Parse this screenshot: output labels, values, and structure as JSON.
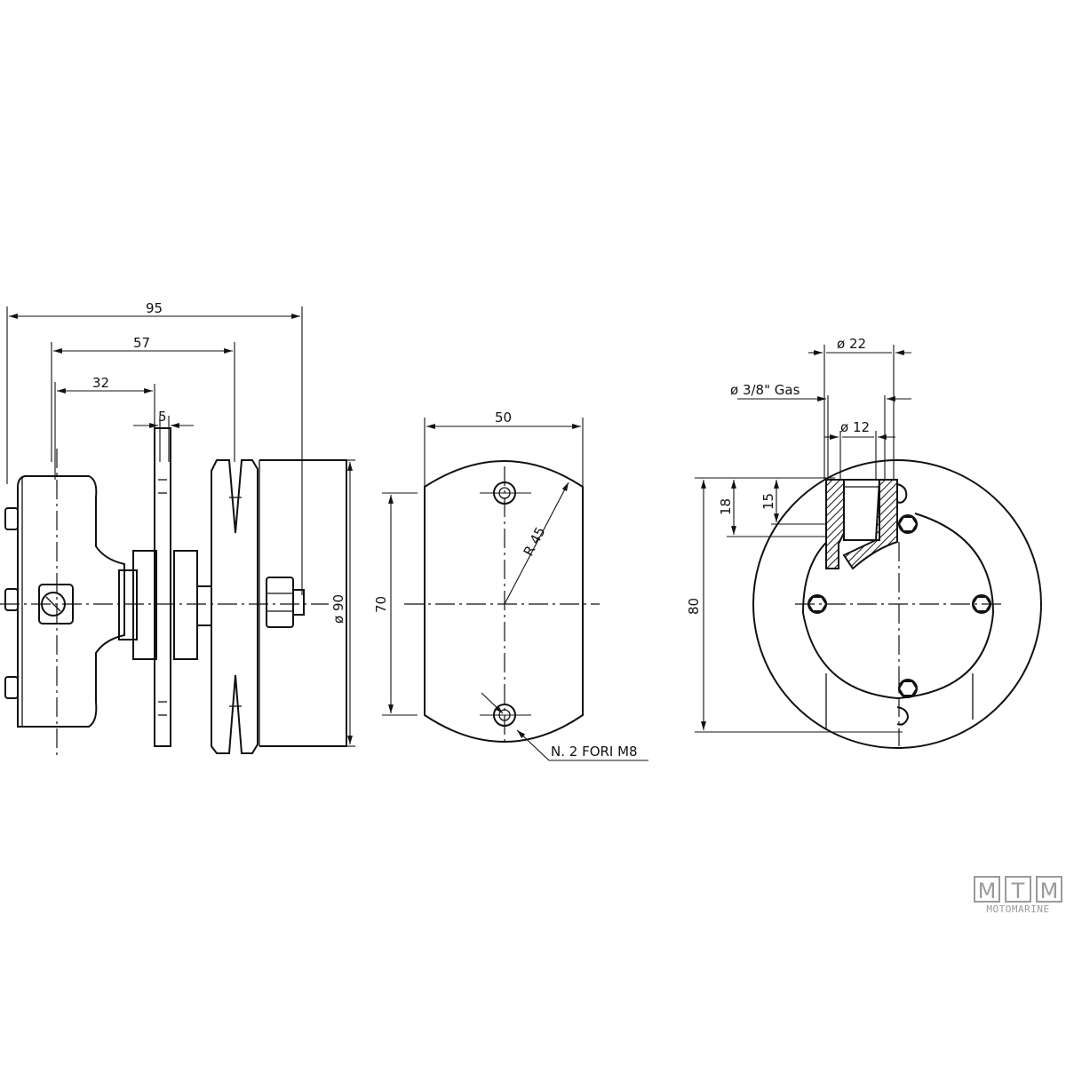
{
  "side_view": {
    "dim_overall": "95",
    "dim_pulley": "57",
    "dim_plate_offset": "32",
    "dim_plate_thickness": "5",
    "dim_diameter": "ø 90"
  },
  "flange_view": {
    "dim_width": "50",
    "dim_hole_spacing": "70",
    "dim_radius": "R 45",
    "note_holes": "N. 2 FORI M8"
  },
  "front_view": {
    "dim_outer_port": "ø 22",
    "dim_thread": "ø 3/8\" Gas",
    "dim_inner_port": "ø 12",
    "dim_port_depth_18": "18",
    "dim_port_depth_15": "15",
    "dim_height": "80"
  },
  "brand": {
    "logo_letters": [
      "M",
      "T",
      "M"
    ],
    "logo_text": "MOTOMARINE"
  }
}
